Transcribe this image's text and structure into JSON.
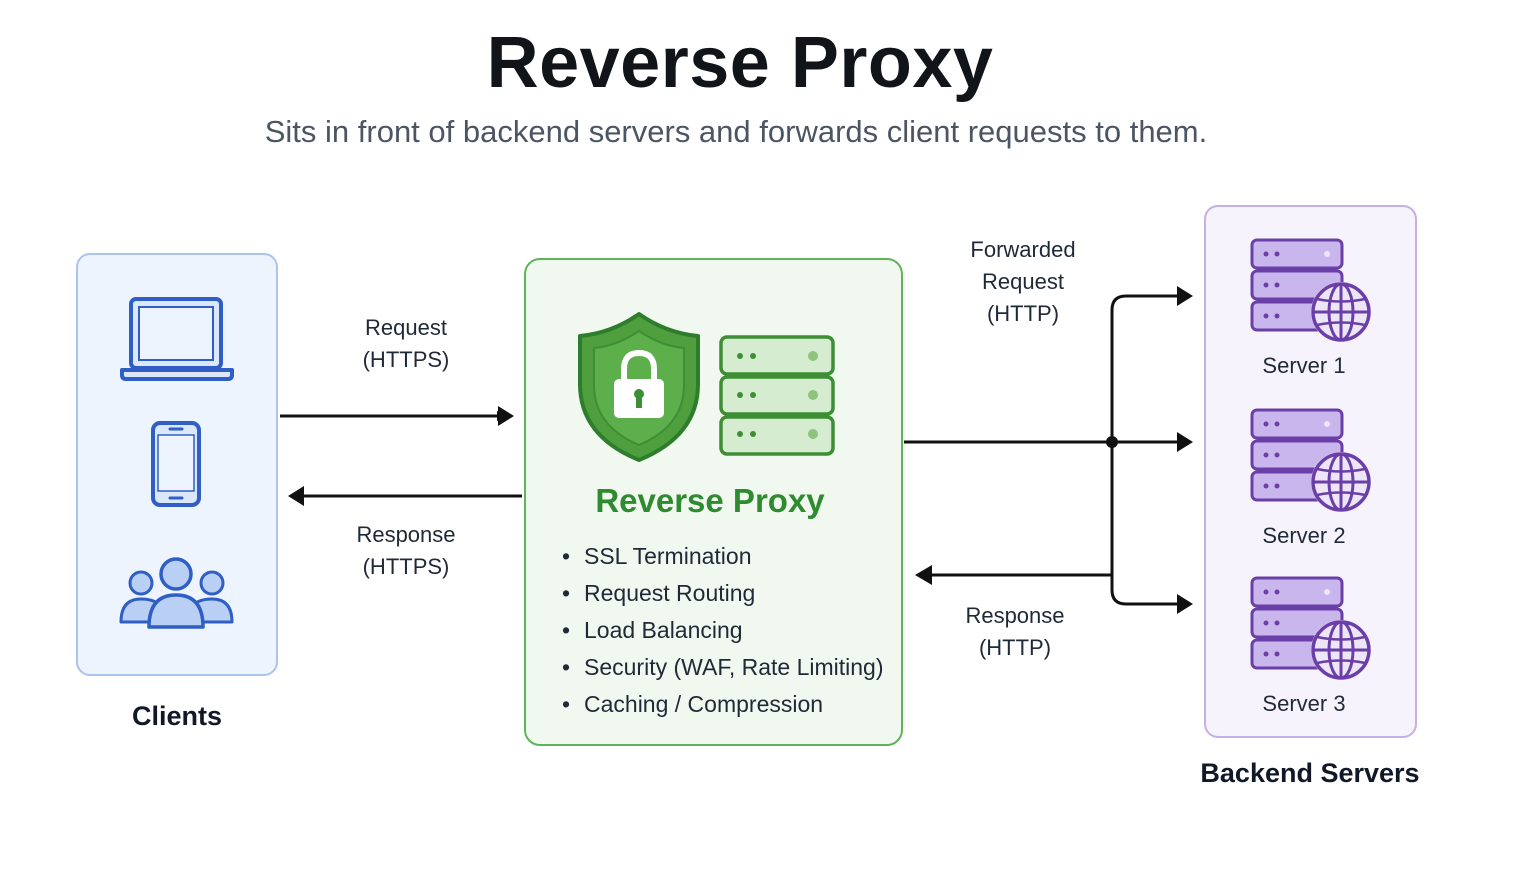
{
  "title": "Reverse Proxy",
  "subtitle": "Sits in front of backend servers and forwards client requests to them.",
  "clients": {
    "label": "Clients",
    "icons": [
      "laptop-icon",
      "smartphone-icon",
      "users-icon"
    ]
  },
  "edges": {
    "request_line1": "Request",
    "request_line2": "(HTTPS)",
    "response_line1": "Response",
    "response_line2": "(HTTPS)",
    "forwarded_line1": "Forwarded",
    "forwarded_line2": "Request",
    "forwarded_line3": "(HTTP)",
    "backend_response_line1": "Response",
    "backend_response_line2": "(HTTP)"
  },
  "proxy": {
    "title": "Reverse Proxy",
    "icons": [
      "shield-lock-icon",
      "server-stack-icon"
    ],
    "features": [
      "SSL Termination",
      "Request Routing",
      "Load Balancing",
      "Security (WAF, Rate Limiting)",
      "Caching / Compression"
    ]
  },
  "backend": {
    "label": "Backend Servers",
    "servers": [
      "Server 1",
      "Server 2",
      "Server 3"
    ],
    "server_icon": "server-globe-icon"
  },
  "colors": {
    "clients_accent": "#2f5fc4",
    "clients_bg": "#eef4fd",
    "proxy_accent": "#2e8b2f",
    "proxy_bg": "#f1f8ef",
    "backend_accent": "#6b3fa8",
    "backend_bg": "#f7f3fc",
    "arrow": "#111111"
  }
}
